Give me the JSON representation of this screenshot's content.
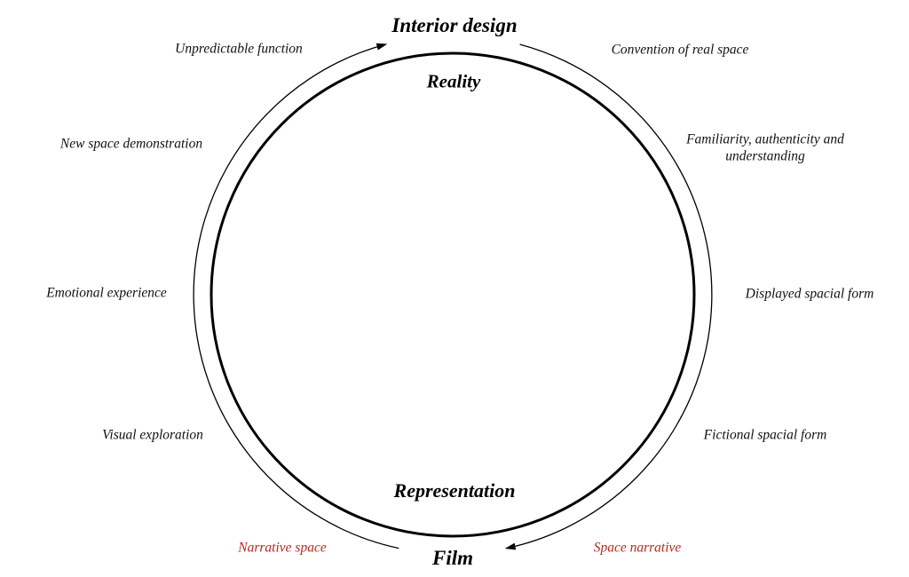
{
  "nodes": {
    "top": "Interior design",
    "bottom": "Film",
    "inner_top": "Reality",
    "inner_bottom": "Representation"
  },
  "right_flow": {
    "direction": "from Interior design to Film",
    "labels": [
      "Convention of real space",
      "Familiarity, authenticity and understanding",
      "Displayed spacial form",
      "Fictional spacial form"
    ],
    "arrow_label": "Space narrative"
  },
  "left_flow": {
    "direction": "from Film to Interior design",
    "labels": [
      "Unpredictable function",
      "New space demonstration",
      "Emotional experience",
      "Visual exploration"
    ],
    "arrow_label": "Narrative space"
  },
  "colors": {
    "arrow_label_red": "#b5291f",
    "line_black": "#000000",
    "background": "#ffffff"
  }
}
